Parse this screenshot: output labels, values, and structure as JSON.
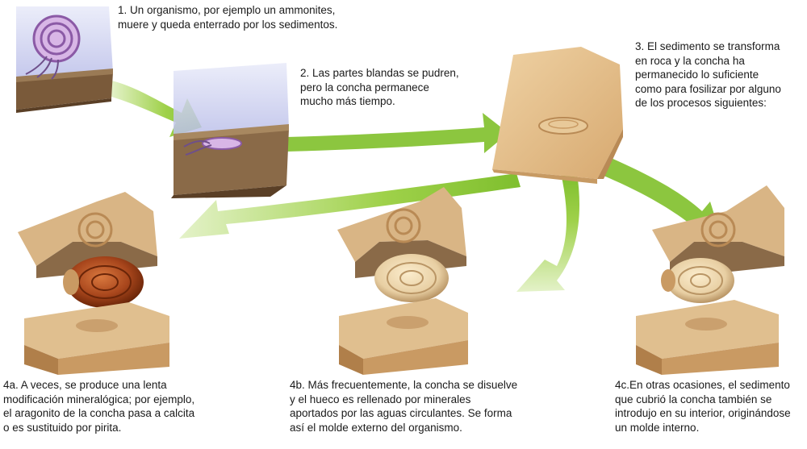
{
  "captions": {
    "step1": "1. Un organismo, por ejemplo un ammonites,\nmuere y queda enterrado por los sedimentos.",
    "step2": "2. Las partes blandas se pudren,\npero la concha permanece\nmucho más tiempo.",
    "step3": "3. El sedimento se transforma\nen roca y la concha ha\npermanecido lo suficiente\ncomo para fosilizar por alguno\nde los procesos siguientes:",
    "step4a": "4a. A veces, se produce una lenta\nmodificación mineralógica; por ejemplo,\nel aragonito de la concha pasa a calcita\no es sustituido por pirita.",
    "step4b": "4b. Más frecuentemente, la concha se disuelve\ny el hueco es rellenado por minerales\naportados por las aguas circulantes. Se forma\nasí el molde externo del organismo.",
    "step4c": "4c.En otras ocasiones, el sedimento\nque cubrió la concha también se\nintrodujo en su interior, originándose\nun molde interno."
  },
  "colors": {
    "arrow": "#8cc63f",
    "water": "#c9cdf0",
    "sediment": "#7a5a3a",
    "rock": "#e3c08f",
    "pyrite_shell": "#a8461c",
    "cast_shell": "#e8cfa3"
  }
}
